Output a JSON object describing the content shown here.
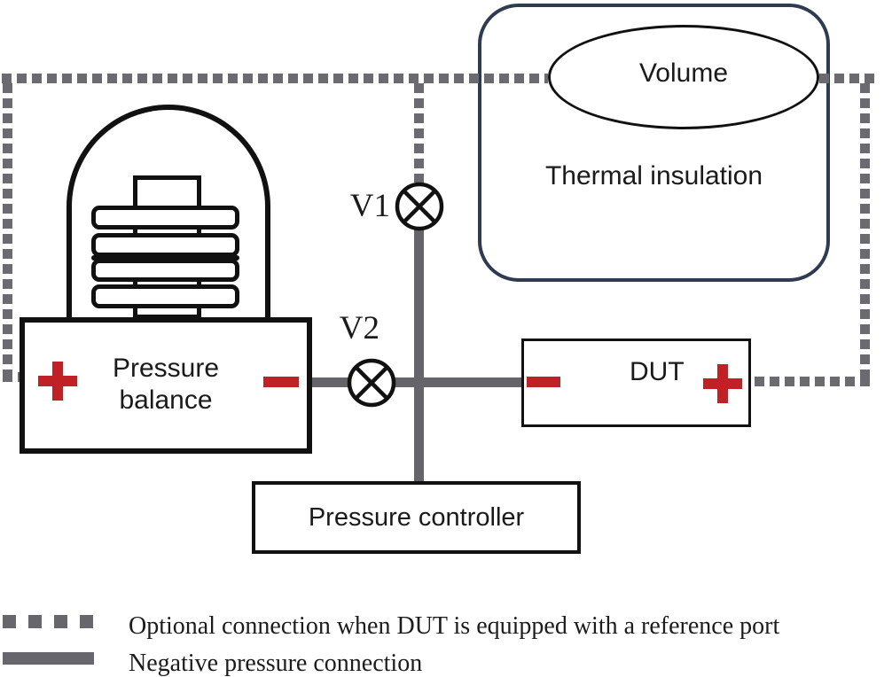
{
  "diagram": {
    "volume_label": "Volume",
    "thermal_insulation_label": "Thermal insulation",
    "pressure_balance": {
      "label_line1": "Pressure",
      "label_line2": "balance",
      "left_port": "+",
      "right_port": "-"
    },
    "valve1_label": "V1",
    "valve2_label": "V2",
    "dut": {
      "label": "DUT",
      "left_port": "-",
      "right_port": "+"
    },
    "pressure_controller_label": "Pressure controller"
  },
  "legend": [
    {
      "swatch": "dotted",
      "label": "Optional connection when DUT is equipped with a reference port"
    },
    {
      "swatch": "solid",
      "label": "Negative pressure connection"
    }
  ],
  "colors": {
    "line_black": "#1a1a1a",
    "thermal_border_navy": "#2f3b50",
    "port_red": "#bf2127",
    "solid_connection_gray": "#64646a",
    "dotted_connection_gray": "#6a6a70",
    "legend_swatch_gray": "#66666c"
  }
}
